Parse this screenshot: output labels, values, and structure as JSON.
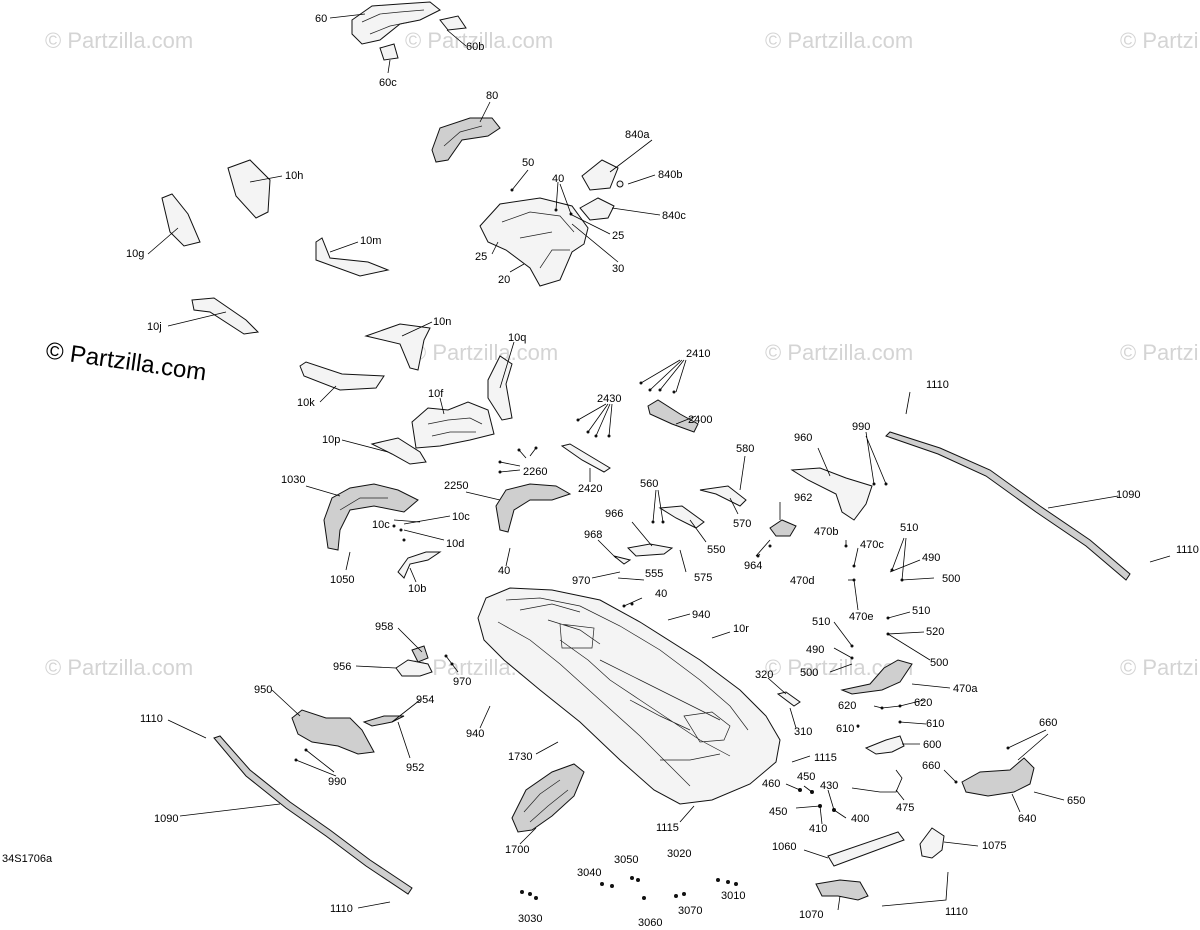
{
  "watermark": "© Partzilla.com",
  "brand": "© Partzilla.com",
  "diagram_code": "34S1706a",
  "callouts": [
    "60",
    "60b",
    "60c",
    "80",
    "840a",
    "840b",
    "840c",
    "50",
    "40",
    "25",
    "25",
    "30",
    "20",
    "10h",
    "10g",
    "10m",
    "10j",
    "10n",
    "10q",
    "10k",
    "10f",
    "10p",
    "2410",
    "2430",
    "2400",
    "2260",
    "2420",
    "1110",
    "1030",
    "2250",
    "10c",
    "10c",
    "10d",
    "1050",
    "10b",
    "40",
    "580",
    "570",
    "560",
    "550",
    "966",
    "968",
    "970",
    "555",
    "575",
    "40",
    "960",
    "990",
    "962",
    "964",
    "470b",
    "470c",
    "510",
    "490",
    "470d",
    "500",
    "470e",
    "1090",
    "1110",
    "940",
    "10r",
    "510",
    "520",
    "490",
    "500",
    "500",
    "958",
    "956",
    "970",
    "950",
    "954",
    "952",
    "990",
    "1110",
    "940",
    "1090",
    "320",
    "310",
    "470a",
    "620",
    "620",
    "610",
    "610",
    "600",
    "1730",
    "1115",
    "460",
    "450",
    "450",
    "430",
    "400",
    "410",
    "475",
    "660",
    "660",
    "650",
    "640",
    "1115",
    "1700",
    "1060",
    "1075",
    "3050",
    "3040",
    "3020",
    "3010",
    "3030",
    "3060",
    "3070",
    "1070",
    "1110",
    "1110"
  ]
}
